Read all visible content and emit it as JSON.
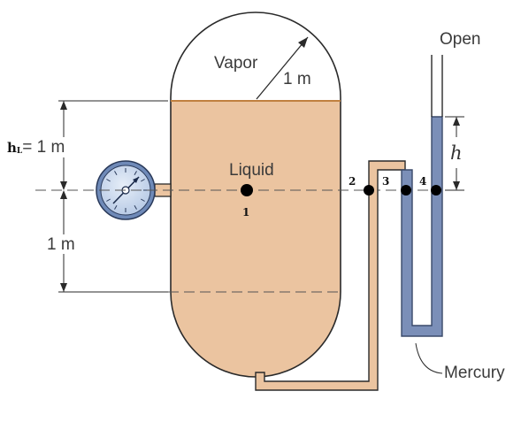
{
  "labels": {
    "vapor": "Vapor",
    "radius": "1 m",
    "liquid": "Liquid",
    "open": "Open",
    "mercury": "Mercury",
    "h": "h",
    "hl_main": "h",
    "hl_sub": "L",
    "hl_value": "= 1 m",
    "lower_dim": "1 m"
  },
  "points": [
    {
      "id": "p1",
      "label": "1"
    },
    {
      "id": "p2",
      "label": "2"
    },
    {
      "id": "p3",
      "label": "3"
    },
    {
      "id": "p4",
      "label": "4"
    }
  ],
  "colors": {
    "liquid": "#ebc4a0",
    "tank_outline": "#2a2a2a",
    "mercury": "#7b8fb8",
    "mercury_outline": "#3a4a6a",
    "surface_line": "#c08040",
    "dashed": "#555555",
    "gauge_face": "#6f8ab8"
  }
}
